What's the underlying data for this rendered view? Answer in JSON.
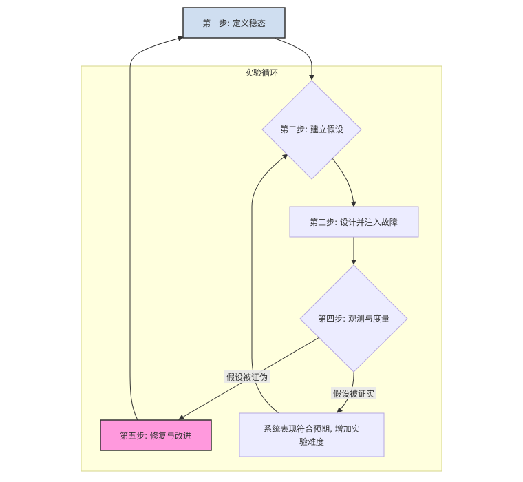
{
  "diagram": {
    "type": "flowchart",
    "subgraph": {
      "id": "loop",
      "label": "实验循环",
      "fill": "#ffffde",
      "stroke": "#d6d68a"
    },
    "nodes": [
      {
        "id": "step1",
        "label": "第一步: 定义稳态",
        "shape": "rect",
        "fill": "#cfdef0",
        "stroke": "#333333"
      },
      {
        "id": "step2",
        "label": "第二步: 建立假设",
        "shape": "diamond",
        "fill": "#ececff",
        "stroke": "#b6a8e0"
      },
      {
        "id": "step3",
        "label": "第三步: 设计并注入故障",
        "shape": "rect",
        "fill": "#ececff",
        "stroke": "#b6a8e0"
      },
      {
        "id": "step4",
        "label": "第四步: 观测与度量",
        "shape": "diamond",
        "fill": "#ececff",
        "stroke": "#b6a8e0"
      },
      {
        "id": "step5",
        "label": "第五步: 修复与改进",
        "shape": "rect",
        "fill": "#ff99dd",
        "stroke": "#333333"
      },
      {
        "id": "result_ok",
        "label_lines": [
          "系统表现符合预期, 增加实",
          "验难度"
        ],
        "shape": "rect",
        "fill": "#ececff",
        "stroke": "#b6a8e0"
      }
    ],
    "edges": [
      {
        "from": "step1",
        "to": "step2",
        "label": ""
      },
      {
        "from": "step2",
        "to": "step3",
        "label": ""
      },
      {
        "from": "step3",
        "to": "step4",
        "label": ""
      },
      {
        "from": "step4",
        "to": "step5",
        "label": "假设被证伪"
      },
      {
        "from": "step4",
        "to": "result_ok",
        "label": "假设被证实"
      },
      {
        "from": "step5",
        "to": "step1",
        "label": ""
      },
      {
        "from": "result_ok",
        "to": "step2",
        "label": ""
      }
    ]
  }
}
